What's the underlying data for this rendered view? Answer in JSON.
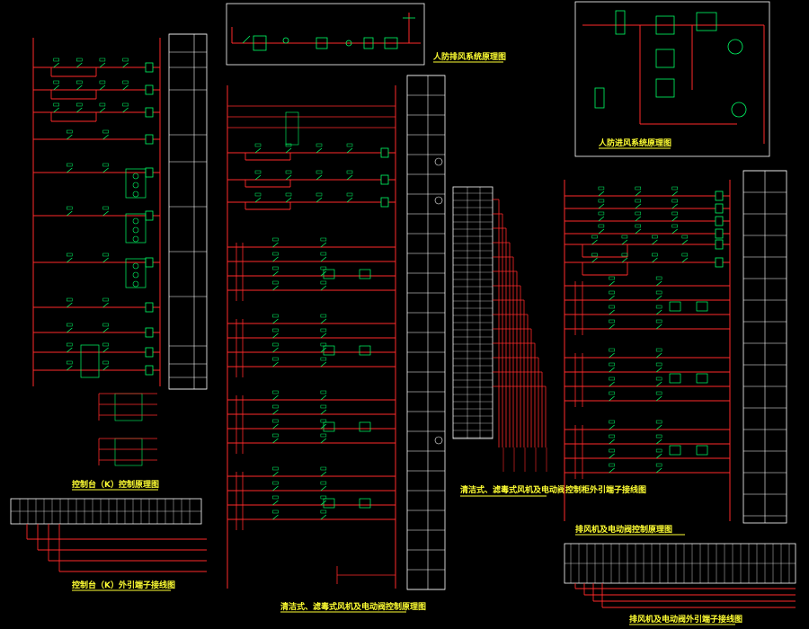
{
  "titles": {
    "control_panel_schematic": "控制台（K）控制原理图",
    "control_panel_terminal": "控制台（K）外引端子接线图",
    "civil_air_defense_a": "人防排风系统原理图",
    "clean_type_fan_control": "清洁式、滤毒式风机及电动阀控制原理图",
    "clean_type_terminal": "清洁式、滤毒式风机及电动阀控制柜外引端子接线图",
    "civil_air_defense_b": "人防进风系统原理图",
    "exhaust_fan_control": "排风机及电动阀控制原理图",
    "exhaust_fan_terminal": "排风机及电动阀外引端子接线图"
  },
  "colors": {
    "background": "#000000",
    "wire": "#ff2a2a",
    "frame": "#ffffff",
    "component": "#00ff66",
    "title": "#ffff33",
    "annotation": "#ffff33"
  }
}
